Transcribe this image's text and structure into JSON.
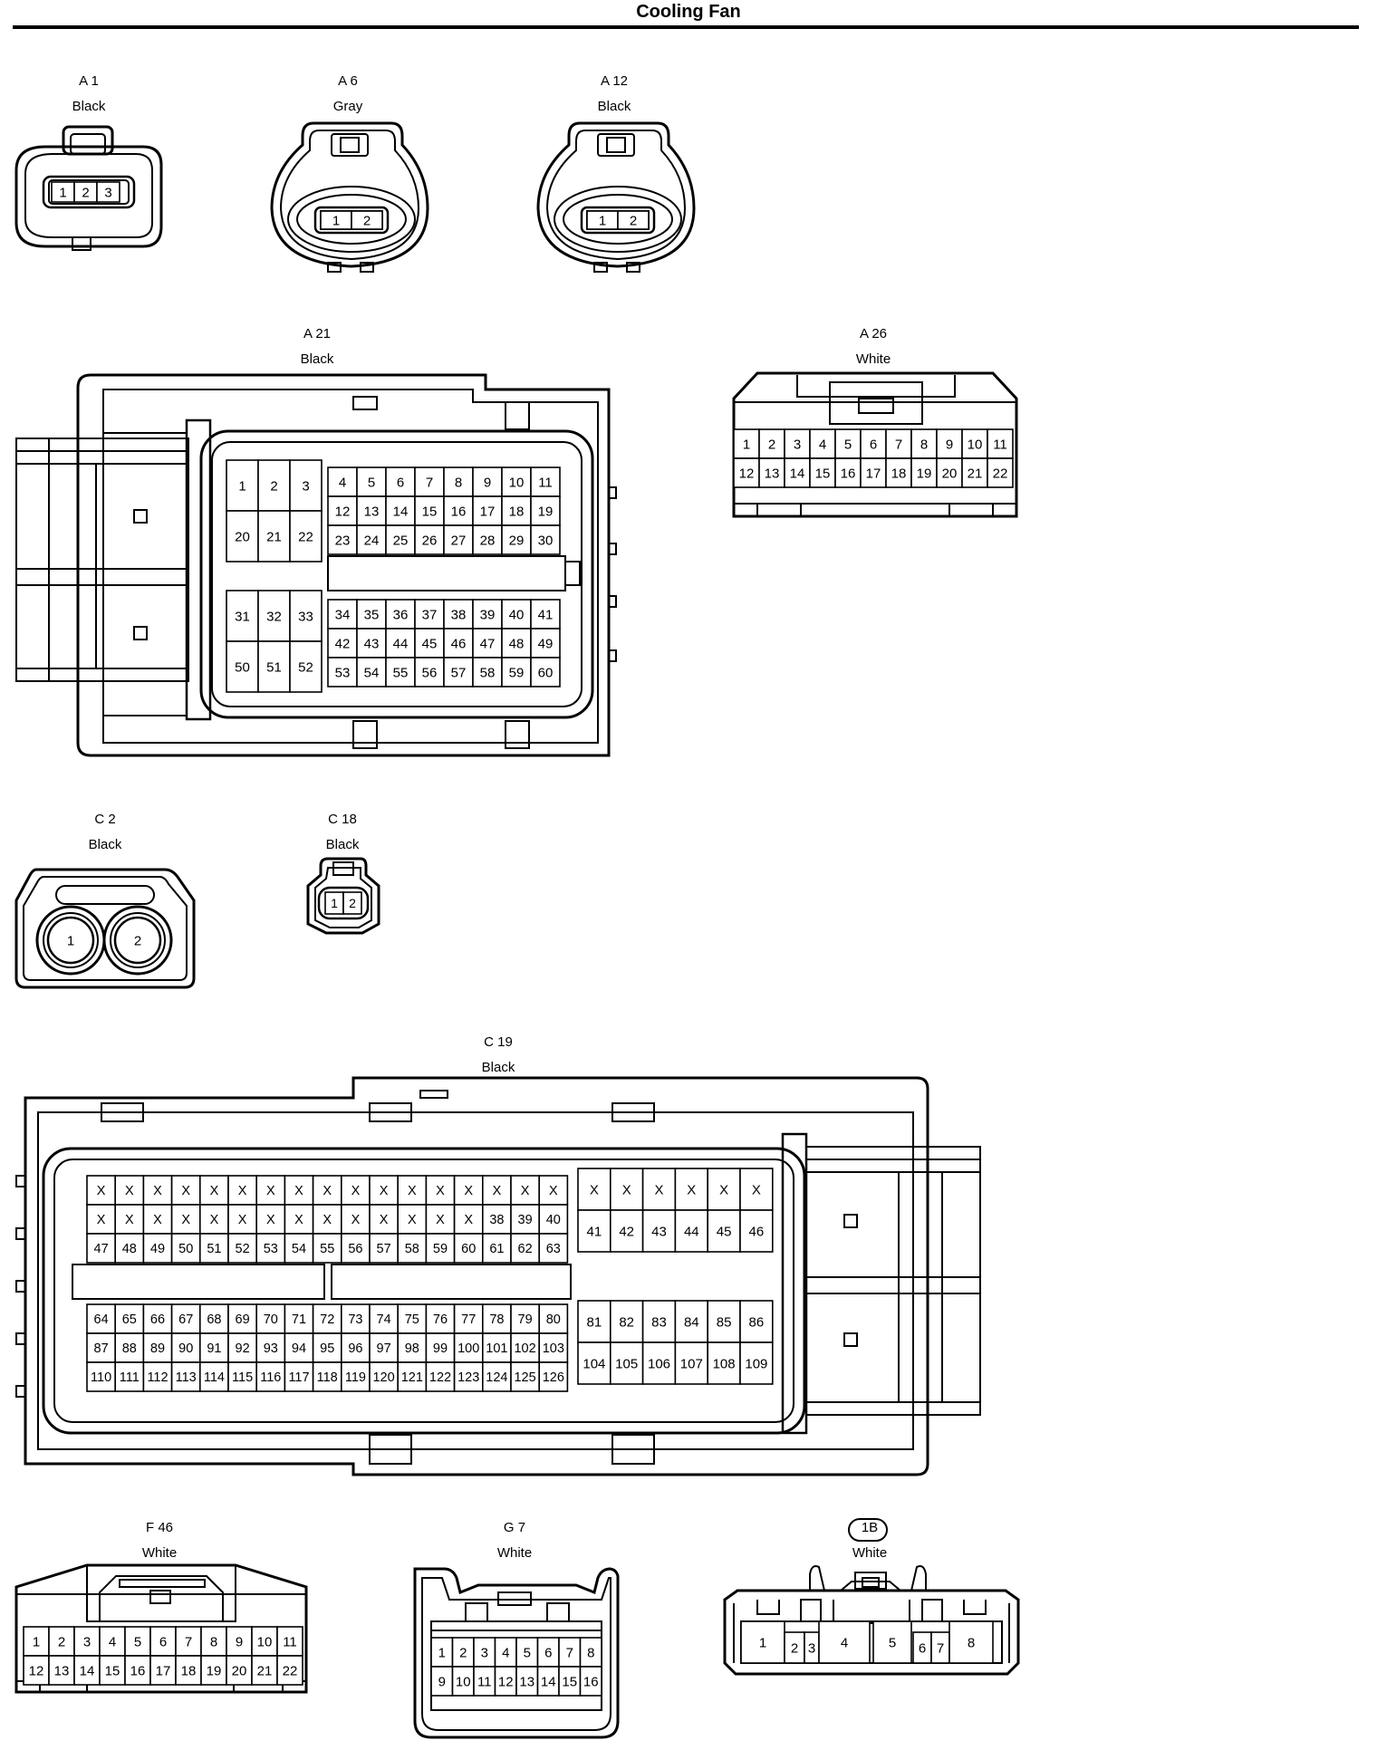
{
  "title": "Cooling Fan",
  "connectors": [
    {
      "id": "A 1",
      "color": "Black"
    },
    {
      "id": "A 6",
      "color": "Gray"
    },
    {
      "id": "A 12",
      "color": "Black"
    },
    {
      "id": "A 21",
      "color": "Black"
    },
    {
      "id": "A 26",
      "color": "White"
    },
    {
      "id": "C 2",
      "color": "Black"
    },
    {
      "id": "C 18",
      "color": "Black"
    },
    {
      "id": "C 19",
      "color": "Black"
    },
    {
      "id": "F 46",
      "color": "White"
    },
    {
      "id": "G 7",
      "color": "White"
    },
    {
      "id": "1B",
      "color": "White"
    }
  ],
  "pins": {
    "A1": [
      "1",
      "2",
      "3"
    ],
    "A6": [
      "1",
      "2"
    ],
    "A12": [
      "1",
      "2"
    ],
    "A21_left": [
      [
        "1",
        "2",
        "3"
      ],
      [
        "20",
        "21",
        "22"
      ],
      [
        "31",
        "32",
        "33"
      ],
      [
        "50",
        "51",
        "52"
      ]
    ],
    "A21_right_top": [
      [
        "4",
        "5",
        "6",
        "7",
        "8",
        "9",
        "10",
        "11"
      ],
      [
        "12",
        "13",
        "14",
        "15",
        "16",
        "17",
        "18",
        "19"
      ],
      [
        "23",
        "24",
        "25",
        "26",
        "27",
        "28",
        "29",
        "30"
      ]
    ],
    "A21_right_bottom": [
      [
        "34",
        "35",
        "36",
        "37",
        "38",
        "39",
        "40",
        "41"
      ],
      [
        "42",
        "43",
        "44",
        "45",
        "46",
        "47",
        "48",
        "49"
      ],
      [
        "53",
        "54",
        "55",
        "56",
        "57",
        "58",
        "59",
        "60"
      ]
    ],
    "A26": [
      [
        "1",
        "2",
        "3",
        "4",
        "5",
        "6",
        "7",
        "8",
        "9",
        "10",
        "11"
      ],
      [
        "12",
        "13",
        "14",
        "15",
        "16",
        "17",
        "18",
        "19",
        "20",
        "21",
        "22"
      ]
    ],
    "C2": [
      "1",
      "2"
    ],
    "C18": [
      "1",
      "2"
    ],
    "C19_top_left": [
      [
        "X",
        "X",
        "X",
        "X",
        "X",
        "X",
        "X",
        "X",
        "X",
        "X",
        "X",
        "X",
        "X",
        "X",
        "X",
        "X",
        "X"
      ],
      [
        "X",
        "X",
        "X",
        "X",
        "X",
        "X",
        "X",
        "X",
        "X",
        "X",
        "X",
        "X",
        "X",
        "X",
        "38",
        "39",
        "40"
      ],
      [
        "47",
        "48",
        "49",
        "50",
        "51",
        "52",
        "53",
        "54",
        "55",
        "56",
        "57",
        "58",
        "59",
        "60",
        "61",
        "62",
        "63"
      ]
    ],
    "C19_top_right": [
      [
        "X",
        "X",
        "X",
        "X",
        "X",
        "X"
      ],
      [
        "41",
        "42",
        "43",
        "44",
        "45",
        "46"
      ]
    ],
    "C19_bottom_left": [
      [
        "64",
        "65",
        "66",
        "67",
        "68",
        "69",
        "70",
        "71",
        "72",
        "73",
        "74",
        "75",
        "76",
        "77",
        "78",
        "79",
        "80"
      ],
      [
        "87",
        "88",
        "89",
        "90",
        "91",
        "92",
        "93",
        "94",
        "95",
        "96",
        "97",
        "98",
        "99",
        "100",
        "101",
        "102",
        "103"
      ],
      [
        "110",
        "111",
        "112",
        "113",
        "114",
        "115",
        "116",
        "117",
        "118",
        "119",
        "120",
        "121",
        "122",
        "123",
        "124",
        "125",
        "126"
      ]
    ],
    "C19_bottom_right": [
      [
        "81",
        "82",
        "83",
        "84",
        "85",
        "86"
      ],
      [
        "104",
        "105",
        "106",
        "107",
        "108",
        "109"
      ]
    ],
    "F46": [
      [
        "1",
        "2",
        "3",
        "4",
        "5",
        "6",
        "7",
        "8",
        "9",
        "10",
        "11"
      ],
      [
        "12",
        "13",
        "14",
        "15",
        "16",
        "17",
        "18",
        "19",
        "20",
        "21",
        "22"
      ]
    ],
    "G7": [
      [
        "1",
        "2",
        "3",
        "4",
        "5",
        "6",
        "7",
        "8"
      ],
      [
        "9",
        "10",
        "11",
        "12",
        "13",
        "14",
        "15",
        "16"
      ]
    ],
    "1B": [
      "1",
      "2",
      "3",
      "4",
      "5",
      "6",
      "7",
      "8"
    ]
  }
}
